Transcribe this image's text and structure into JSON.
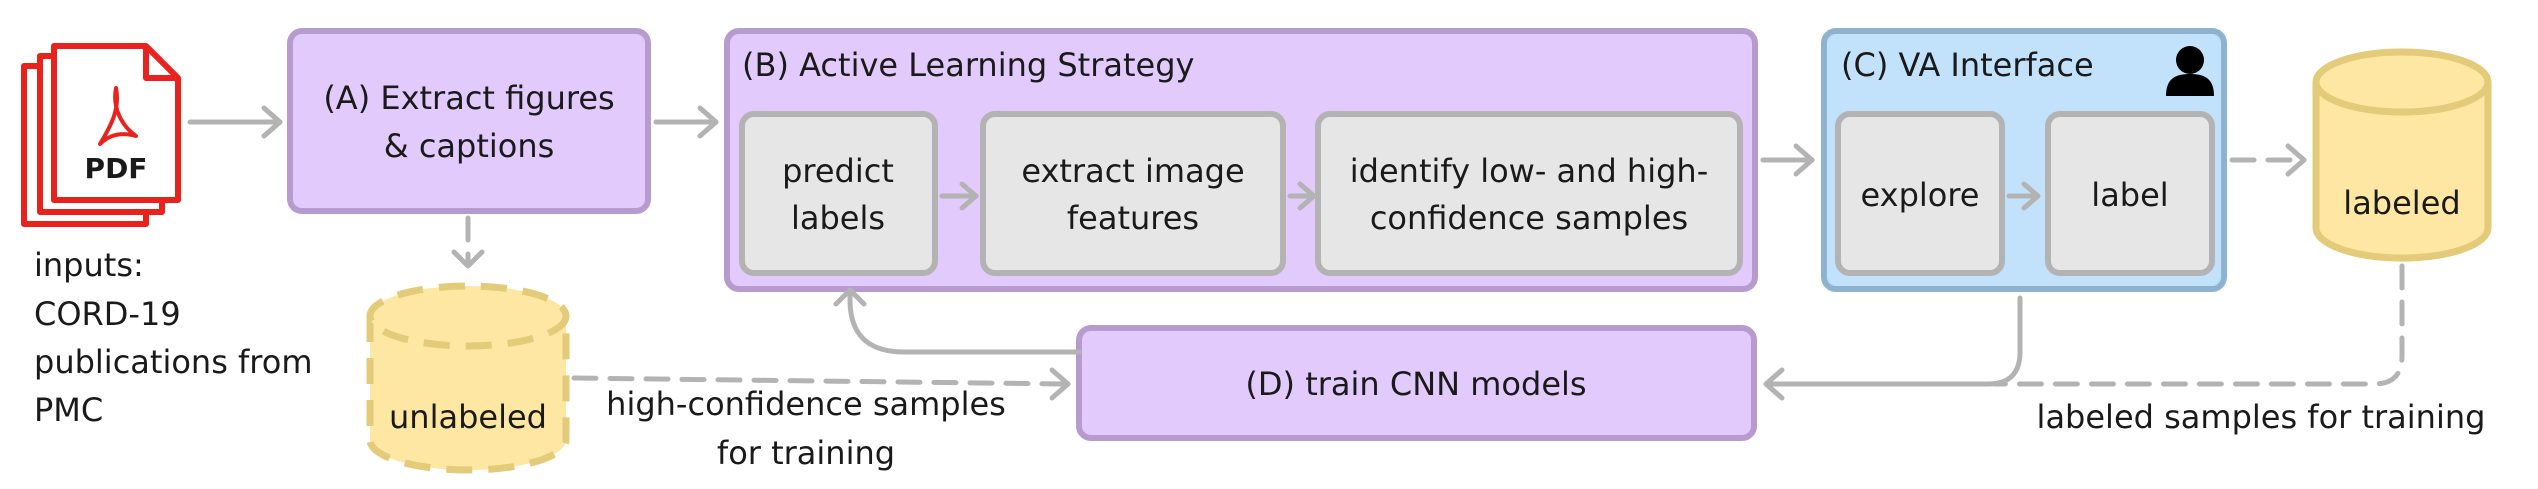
{
  "inputs": {
    "pdf_icon_label": "PDF",
    "lines": [
      "inputs:",
      "CORD-19",
      "publications from",
      "PMC"
    ]
  },
  "box_a": {
    "lines": [
      "(A) Extract figures",
      "& captions"
    ]
  },
  "box_b": {
    "title": "(B) Active Learning Strategy",
    "steps": [
      {
        "lines": [
          "predict",
          "labels"
        ]
      },
      {
        "lines": [
          "extract image",
          "features"
        ]
      },
      {
        "lines": [
          "identify low- and high-",
          "confidence samples"
        ]
      }
    ]
  },
  "box_c": {
    "title": "(C) VA Interface",
    "icon": "user-icon",
    "steps": [
      {
        "lines": [
          "explore"
        ]
      },
      {
        "lines": [
          "label"
        ]
      }
    ]
  },
  "box_d": {
    "label": "(D) train CNN models"
  },
  "stores": {
    "unlabeled": "unlabeled",
    "labeled": "labeled"
  },
  "edge_labels": {
    "high_confidence": [
      "high-confidence samples",
      "for training"
    ],
    "labeled_samples": "labeled samples for training"
  },
  "colors": {
    "process_fill": "#e2cbfc",
    "process_stroke": "#b79bcf",
    "interface_fill": "#c2e2fb",
    "interface_stroke": "#8fb3cf",
    "step_fill": "#e6e6e6",
    "step_stroke": "#b3b3b3",
    "store_fill": "#fde7a3",
    "store_stroke": "#e3cb7a",
    "pdf_red": "#e8221c",
    "arrow": "#b3b3b3"
  }
}
